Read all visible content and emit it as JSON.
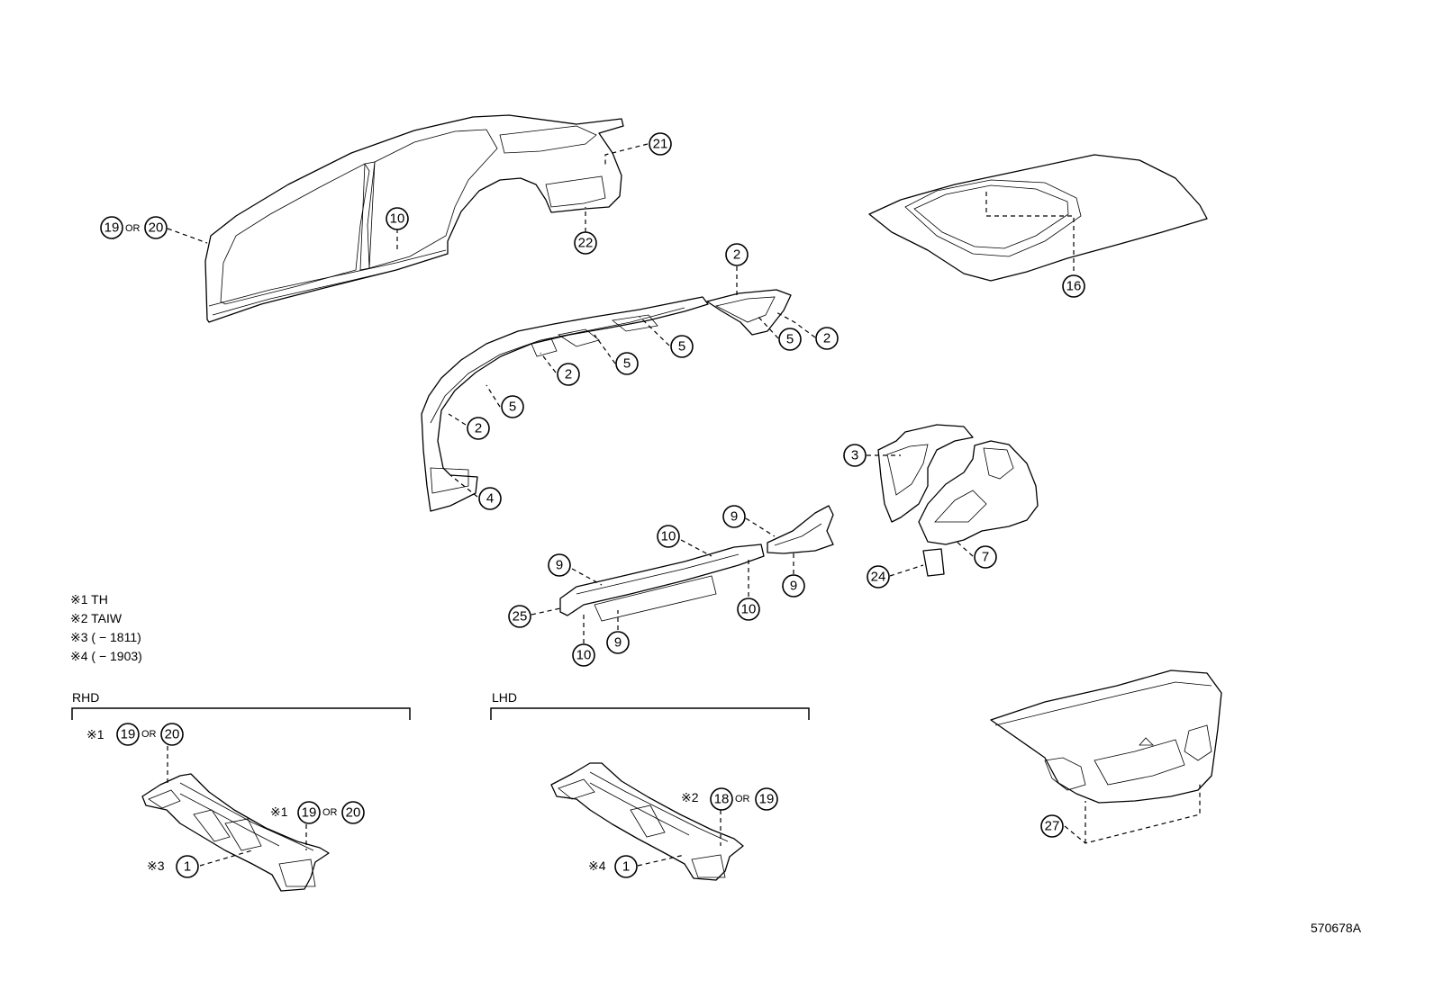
{
  "callouts": {
    "c19a": "19",
    "c20a": "20",
    "c10a": "10",
    "c21": "21",
    "c22": "22",
    "c16": "16",
    "c2a": "2",
    "c5a": "5",
    "c2b": "2",
    "c5b": "5",
    "c5c": "5",
    "c2c": "2",
    "c5d": "5",
    "c2d": "2",
    "c4": "4",
    "c3": "3",
    "c7": "7",
    "c24": "24",
    "c9a": "9",
    "c10b": "10",
    "c9b": "9",
    "c9c": "9",
    "c25": "25",
    "c10c": "10",
    "c10d": "10",
    "c9d": "9",
    "r19a": "19",
    "r20a": "20",
    "r19b": "19",
    "r20b": "20",
    "r1": "1",
    "l18": "18",
    "l19": "19",
    "l1": "1",
    "c27": "27"
  },
  "or_label": "OR",
  "notes": {
    "n1": "※1 TH",
    "n2": "※2 TAIW",
    "n3": "※3 (       − 1811)",
    "n4": "※4 (       − 1903)"
  },
  "marks": {
    "m1": "※1",
    "m1b": "※1",
    "m3": "※3",
    "m2": "※2",
    "m4": "※4"
  },
  "sections": {
    "rhd": "RHD",
    "lhd": "LHD"
  },
  "diagram_id": "570678A"
}
